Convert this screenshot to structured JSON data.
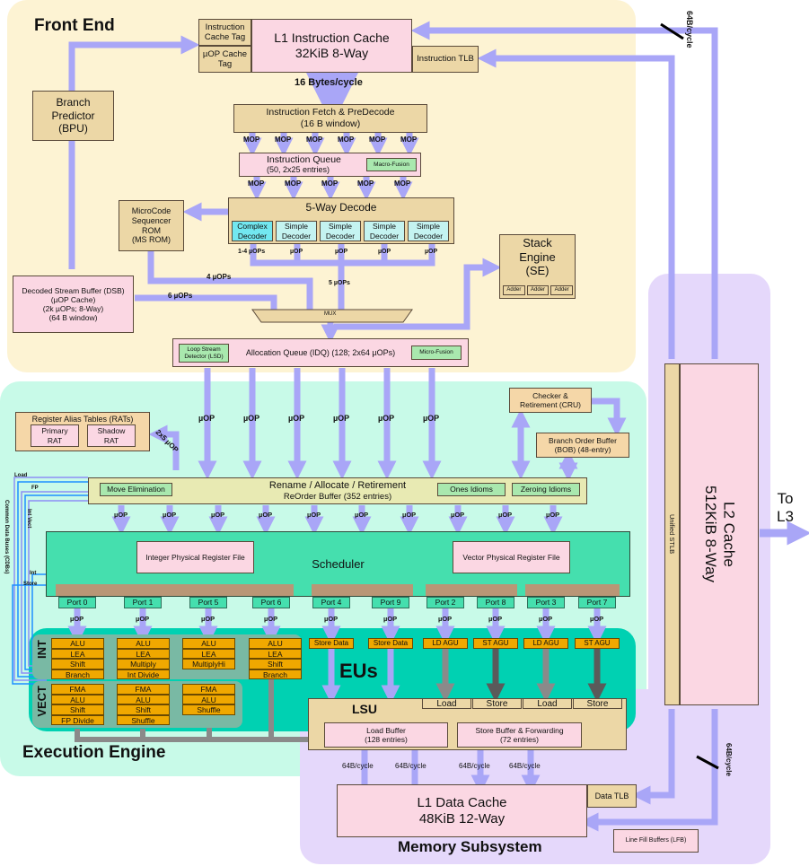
{
  "regions": {
    "front_end": "Front End",
    "execution_engine": "Execution Engine",
    "eus": "EUs",
    "memory_subsystem": "Memory Subsystem"
  },
  "front_end": {
    "icache_tag": "Instruction Cache Tag",
    "uop_cache_tag": "µOP Cache Tag",
    "l1i_line1": "L1 Instruction Cache",
    "l1i_line2": "32KiB 8-Way",
    "itlb": "Instruction TLB",
    "fetch_bw": "16 Bytes/cycle",
    "bpu": [
      "Branch",
      "Predictor",
      "(BPU)"
    ],
    "fetch_line1": "Instruction Fetch & PreDecode",
    "fetch_line2": "(16 B window)",
    "fetch_outputs": [
      "MOP",
      "MOP",
      "MOP",
      "MOP",
      "MOP",
      "MOP"
    ],
    "iq_line1": "Instruction Queue",
    "iq_line2": "(50, 2x25 entries)",
    "macro_fusion": "Macro-Fusion",
    "iq_outputs": [
      "MOP",
      "MOP",
      "MOP",
      "MOP",
      "MOP"
    ],
    "decode_title": "5-Way Decode",
    "decoders": [
      {
        "line1": "Complex",
        "line2": "Decoder"
      },
      {
        "line1": "Simple",
        "line2": "Decoder"
      },
      {
        "line1": "Simple",
        "line2": "Decoder"
      },
      {
        "line1": "Simple",
        "line2": "Decoder"
      },
      {
        "line1": "Simple",
        "line2": "Decoder"
      }
    ],
    "decoder_outputs": [
      "1-4 µOPs",
      "µOP",
      "µOP",
      "µOP",
      "µOP"
    ],
    "msrom": [
      "MicroCode",
      "Sequencer",
      "ROM",
      "(MS ROM)"
    ],
    "dsb": [
      "Decoded Stream Buffer (DSB)",
      "(µOP Cache)",
      "(2k µOPs; 8-Way)",
      "(64 B window)"
    ],
    "msrom_bw": "4 µOPs",
    "dsb_bw": "6 µOPs",
    "decode_bw": "5 µOPs",
    "mux": "MUX",
    "stack_engine": [
      "Stack",
      "Engine",
      "(SE)"
    ],
    "adders": [
      "Adder",
      "Adder",
      "Adder"
    ],
    "lsd": [
      "Loop Stream",
      "Detector (LSD)"
    ],
    "idq": "Allocation Queue (IDQ) (128; 2x64 µOPs)",
    "micro_fusion": "Micro-Fusion",
    "l2_bw": "64B/cycle"
  },
  "execution_engine": {
    "idq_outputs": [
      "µOP",
      "µOP",
      "µOP",
      "µOP",
      "µOP",
      "µOP"
    ],
    "rat_title": "Register Alias Tables (RATs)",
    "primary_rat": [
      "Primary",
      "RAT"
    ],
    "shadow_rat": [
      "Shadow",
      "RAT"
    ],
    "rat_bw": "2x5 µOP",
    "cru": [
      "Checker &",
      "Retirement (CRU)"
    ],
    "bob": [
      "Branch Order Buffer",
      "(BOB) (48-entry)"
    ],
    "rob_line1": "Rename / Allocate / Retirement",
    "rob_line2": "ReOrder Buffer  (352 entries)",
    "move_elim": "Move Elimination",
    "ones_idioms": "Ones Idioms",
    "zeroing_idioms": "Zeroing Idioms",
    "rob_outputs": [
      "µOP",
      "µOP",
      "µOP",
      "µOP",
      "µOP",
      "µOP",
      "µOP",
      "µOP",
      "µOP",
      "µOP"
    ],
    "scheduler": "Scheduler",
    "int_prf": "Integer Physical Register File",
    "vec_prf": "Vector Physical Register File",
    "ports": [
      "Port 0",
      "Port 1",
      "Port 5",
      "Port 6",
      "Port 4",
      "Port 9",
      "Port 2",
      "Port 8",
      "Port 3",
      "Port 7"
    ],
    "port_outputs": [
      "µOP",
      "µOP",
      "µOP",
      "µOP",
      "µOP",
      "µOP",
      "µOP",
      "µOP",
      "µOP",
      "µOP"
    ],
    "cdb": {
      "title": "Common Data Buses (CDBs)",
      "load": "Load",
      "fp": "FP",
      "int_vect": "Int Vect",
      "int": "Int",
      "store": "Store"
    },
    "int_label": "INT",
    "vect_label": "VECT",
    "int_units": [
      [
        "ALU",
        "LEA",
        "Shift",
        "Branch"
      ],
      [
        "ALU",
        "LEA",
        "Multiply",
        "Int Divide"
      ],
      [
        "ALU",
        "LEA",
        "MultiplyHi"
      ],
      [
        "ALU",
        "LEA",
        "Shift",
        "Branch"
      ]
    ],
    "vect_units": [
      [
        "FMA",
        "ALU",
        "Shift",
        "FP Divide"
      ],
      [
        "FMA",
        "ALU",
        "Shift",
        "Shuffle"
      ],
      [
        "FMA",
        "ALU",
        "Shuffle"
      ]
    ],
    "mem_units": [
      "Store Data",
      "Store Data",
      "LD AGU",
      "ST AGU",
      "LD AGU",
      "ST AGU"
    ]
  },
  "memory": {
    "lsu": "LSU",
    "lsu_ports": [
      "Load",
      "Store",
      "Load",
      "Store"
    ],
    "load_buffer": [
      "Load Buffer",
      "(128 entries)"
    ],
    "store_buffer": [
      "Store Buffer & Forwarding",
      "(72 entries)"
    ],
    "l1d_bw": [
      "64B/cycle",
      "64B/cycle",
      "64B/cycle",
      "64B/cycle"
    ],
    "l1d_line1": "L1 Data Cache",
    "l1d_line2": "48KiB 12-Way",
    "dtlb": "Data TLB",
    "lfb": "Line Fill Buffers (LFB)",
    "l2_bw": "64B/cycle",
    "stlb": "Unified STLB",
    "l2_line1": "L2 Cache",
    "l2_line2": "512KiB 8-Way",
    "to_l3": [
      "To",
      "L3"
    ]
  },
  "colors": {
    "front_end_bg": "#fdf3d3",
    "execution_bg": "#c8fae8",
    "memory_bg": "#e5d8fb",
    "eus_bg": "#00d1b2",
    "arrow": "#a9a6f7",
    "eu_cell": "#f0a800"
  }
}
